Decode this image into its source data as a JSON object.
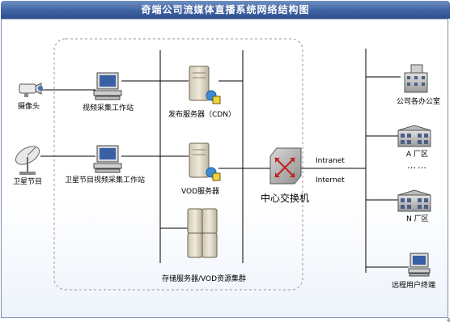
{
  "title": "奇端公司流媒体直播系统网络结构图",
  "labels": {
    "camera": "摄像头",
    "satellite_dish": "卫星节目",
    "video_workstation": "视频采集工作站",
    "satellite_workstation": "卫星节目视频采集工作站",
    "publish_server": "发布服务器（CDN）",
    "vod_server": "VOD服务器",
    "storage_cluster": "存储服务器/VOD资源集群",
    "core_switch": "中心交换机",
    "intranet": "Intranet",
    "internet": "Internet",
    "company_offices": "公司各办公室",
    "factory_a": "A 厂区",
    "ellipsis": "……",
    "factory_n": "N 厂区",
    "remote_terminal": "远程用户终端"
  },
  "icons": {
    "camera": "video-camera-icon",
    "dish": "satellite-dish-icon",
    "workstation": "computer-workstation-icon",
    "server": "server-tower-icon",
    "cluster": "server-cluster-icon",
    "switch": "network-switch-icon",
    "building": "office-building-icon",
    "factory": "factory-building-icon",
    "terminal": "remote-terminal-icon"
  },
  "colors": {
    "title_bar": "#3f63a3",
    "title_text": "#ffffff",
    "line": "#000000",
    "dashed_border": "#999999",
    "switch_body": "#b9b9b9",
    "switch_arrows": "#c0241c"
  },
  "corner_mark": "4"
}
